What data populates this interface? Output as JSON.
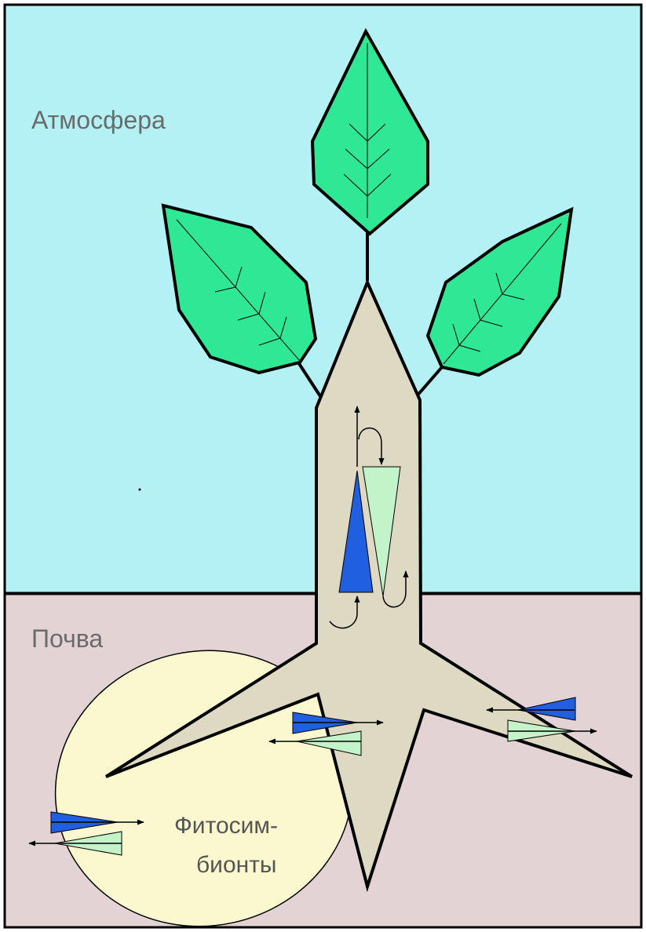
{
  "labels": {
    "atmosphere": "Атмосфера",
    "soil": "Почва",
    "phytosymbionts_line1": "Фитосим-",
    "phytosymbionts_line2": "бионты"
  },
  "colors": {
    "sky": "#b3f1f5",
    "soil": "#e3d3d5",
    "plant_body": "#ded9c2",
    "leaf": "#2fe896",
    "symbiont_zone": "#fbf8cf",
    "flow_dark": "#1f5fe0",
    "flow_light": "#c3f3c8",
    "outline": "#000000"
  }
}
